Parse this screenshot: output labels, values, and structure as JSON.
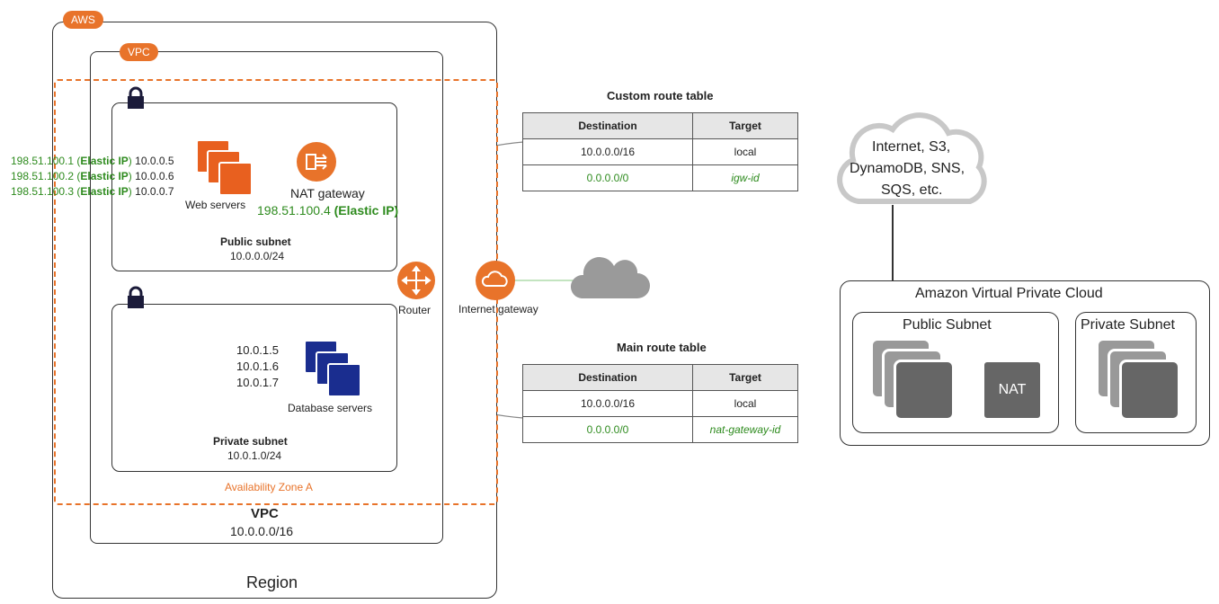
{
  "aws_badge": "AWS",
  "vpc_badge": "VPC",
  "region_label": "Region",
  "vpc_title": "VPC",
  "vpc_cidr": "10.0.0.0/16",
  "az_label": "Availability Zone A",
  "public_subnet": {
    "name": "Public subnet",
    "cidr": "10.0.0.0/24",
    "web_servers_label": "Web servers",
    "ip_rows": [
      {
        "eip": "198.51.100.1",
        "eip_tag": "Elastic IP",
        "private": "10.0.0.5"
      },
      {
        "eip": "198.51.100.2",
        "eip_tag": "Elastic IP",
        "private": "10.0.0.6"
      },
      {
        "eip": "198.51.100.3",
        "eip_tag": "Elastic IP",
        "private": "10.0.0.7"
      }
    ],
    "nat_label": "NAT gateway",
    "nat_ip": "198.51.100.4",
    "nat_ip_tag": "(Elastic IP)"
  },
  "private_subnet": {
    "name": "Private  subnet",
    "cidr": "10.0.1.0/24",
    "db_label": "Database servers",
    "ips": [
      "10.0.1.5",
      "10.0.1.6",
      "10.0.1.7"
    ]
  },
  "router_label": "Router",
  "igw_label": "Internet gateway",
  "custom_route_table": {
    "title": "Custom route table",
    "headers": [
      "Destination",
      "Target"
    ],
    "rows": [
      [
        "10.0.0.0/16",
        "local"
      ],
      [
        "0.0.0.0/0",
        "igw-id"
      ]
    ]
  },
  "main_route_table": {
    "title": "Main route table",
    "headers": [
      "Destination",
      "Target"
    ],
    "rows": [
      [
        "10.0.0.0/16",
        "local"
      ],
      [
        "0.0.0.0/0",
        "nat-gateway-id"
      ]
    ]
  },
  "right_diagram": {
    "cloud_text": [
      "Internet, S3,",
      "DynamoDB, SNS,",
      "SQS, etc."
    ],
    "vpc_title": "Amazon Virtual Private Cloud",
    "public_subnet": "Public Subnet",
    "private_subnet": "Private Subnet",
    "nat": "NAT"
  },
  "colors": {
    "aws_orange": "#e8732a",
    "db_blue": "#1a2d8f",
    "eip_green": "#2e8b1e"
  }
}
